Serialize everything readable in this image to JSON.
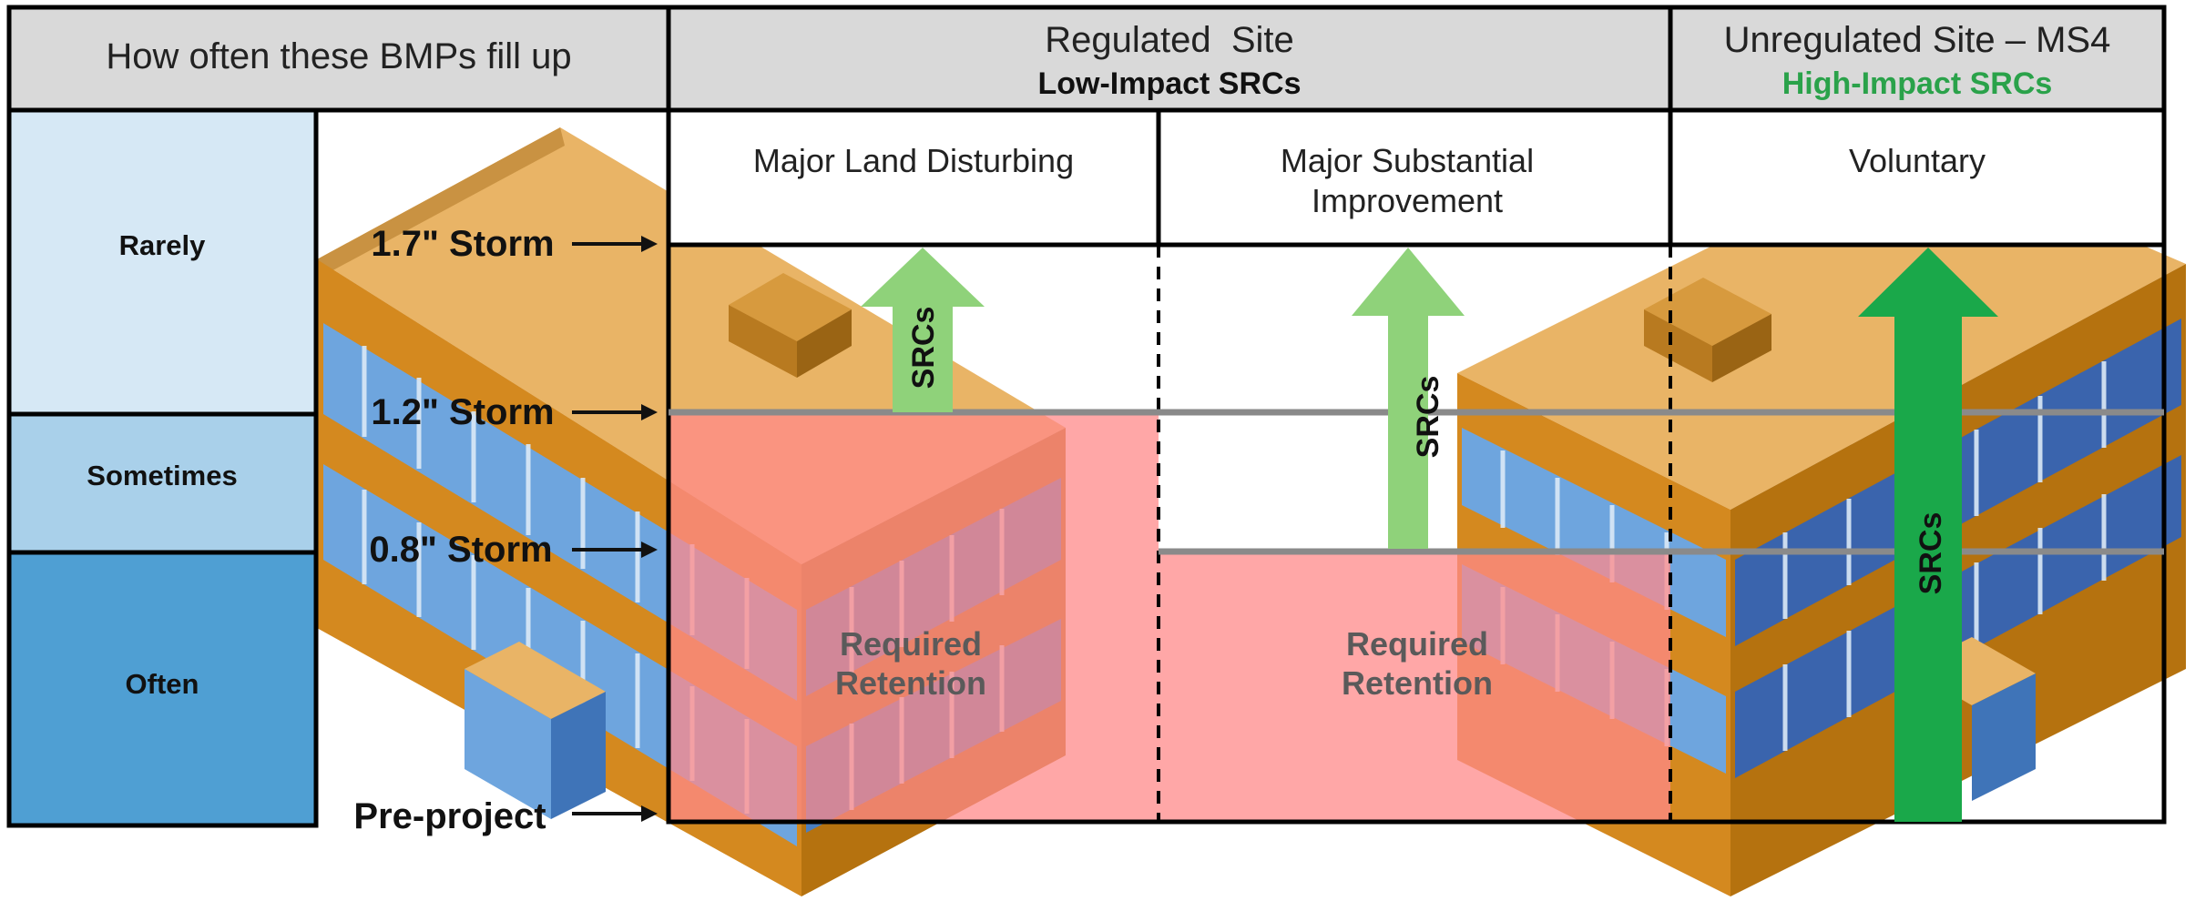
{
  "header": {
    "left_title": "How often these BMPs fill up",
    "regulated_title": "Regulated  Site",
    "regulated_subtitle": "Low-Impact SRCs",
    "unregulated_title": "Unregulated Site – MS4",
    "unregulated_subtitle": "High-Impact SRCs"
  },
  "columns": {
    "col1": "Major Land Disturbing",
    "col2_line1": "Major Substantial",
    "col2_line2": "Improvement",
    "col3": "Voluntary"
  },
  "frequency": {
    "rarely": "Rarely",
    "sometimes": "Sometimes",
    "often": "Often"
  },
  "storms": {
    "s17": "1.7\" Storm",
    "s12": "1.2\" Storm",
    "s08": "0.8\" Storm",
    "pre": "Pre-project"
  },
  "labels": {
    "srcs": "SRCs",
    "required_line1": "Required",
    "required_line2": "Retention"
  },
  "colors": {
    "header_bg": "#d9d9d9",
    "rarely_bg": "#d6e8f5",
    "sometimes_bg": "#a9d0ea",
    "often_bg": "#4f9fd3",
    "retention_pink": "#ff9a9a",
    "arrow_light_green": "#8fd27a",
    "arrow_dark_green": "#1aa84a",
    "subtitle_green": "#2aa24a",
    "roof": "#e9b466",
    "wall_orange": "#d4891f",
    "window_blue": "#6ea5de",
    "storm_line_grey": "#8a8a8a"
  }
}
